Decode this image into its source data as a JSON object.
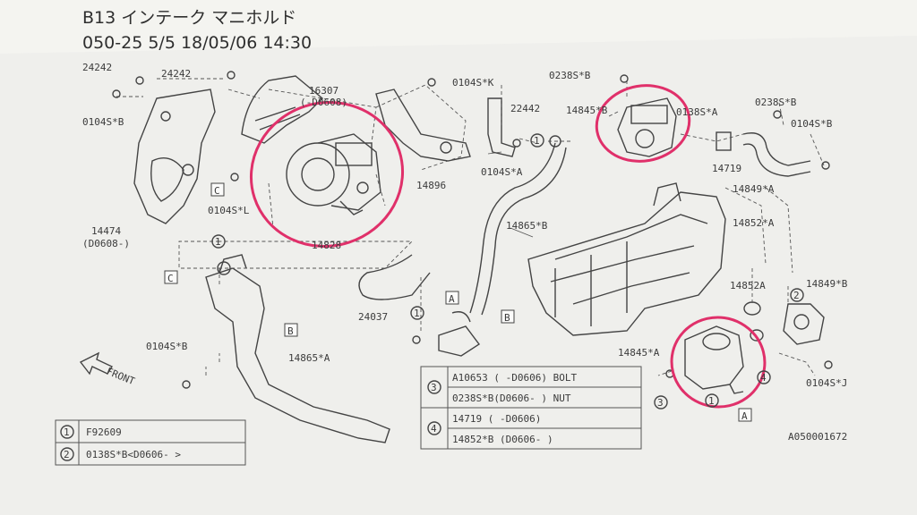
{
  "header": {
    "line1": "B13  インテーク マニホルド",
    "line2": "050-25  5/5  18/05/06 14:30"
  },
  "parts": {
    "p24242_a": "24242",
    "p24242_b": "24242",
    "p0104s_b_1": "0104S*B",
    "p16307": "16307",
    "p16307_note": "(-D0608)",
    "p0104s_k": "0104S*K",
    "p22442": "22442",
    "p0104s_a_1": "0104S*A",
    "p0238s_b_1": "0238S*B",
    "p14845_b": "14845*B",
    "p0138s_a": "0138S*A",
    "p0238s_b_2": "0238S*B",
    "p0104s_b_2": "0104S*B",
    "p14719": "14719",
    "p14849_a": "14849*A",
    "p14896": "14896",
    "p0104s_l": "0104S*L",
    "p14828": "14828",
    "p14474": "14474",
    "p14474_note": "(D0608-)",
    "p14865_b": "14865*B",
    "p14852_a_1": "14852*A",
    "p14852_a_2": "14852A",
    "p14849_b": "14849*B",
    "p24037": "24037",
    "p0104s_b_3": "0104S*B",
    "p14865_a": "14865*A",
    "p14845_a": "14845*A",
    "p0104s_j": "0104S*J",
    "front": "FRONT"
  },
  "callouts": {
    "c1": "1",
    "c2": "2",
    "c3": "3",
    "c4": "4",
    "A": "A",
    "B": "B",
    "C": "C"
  },
  "legend_left": [
    {
      "num": "1",
      "text": "F92609"
    },
    {
      "num": "2",
      "text": "0138S*B<D0606- >"
    }
  ],
  "legend_center": [
    {
      "num": "3",
      "text": "A10653  ( -D0606) BOLT"
    },
    {
      "num": "3",
      "text": "0238S*B(D0606- ) NUT"
    },
    {
      "num": "4",
      "text": "14719       ( -D0606)"
    },
    {
      "num": "4",
      "text": "14852*B (D0606- )"
    }
  ],
  "figure_id": "A050001672",
  "colors": {
    "paper": "#f3f3f1",
    "ink": "#3b3b3b",
    "marker": "#e0306a",
    "background": "#5f5b56"
  }
}
